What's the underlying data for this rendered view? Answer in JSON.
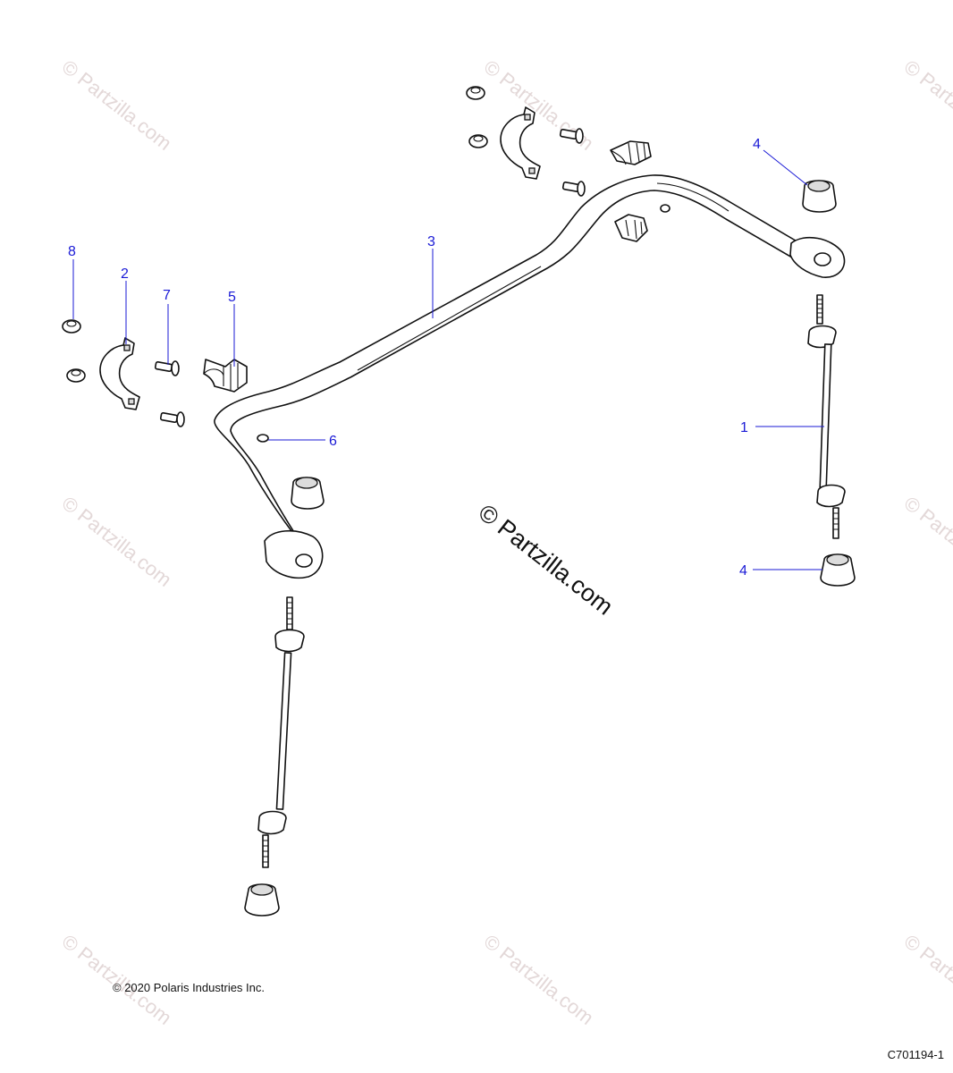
{
  "watermark": {
    "text": "© Partzilla.com",
    "color": "#e3d8d8"
  },
  "center_watermark": "© Partzilla.com",
  "copyright": "© 2020 Polaris Industries Inc.",
  "figure_id": "C701194-1",
  "callout_color": "#1a1ad6",
  "callouts": {
    "c1": "1",
    "c2": "2",
    "c3": "3",
    "c4_top": "4",
    "c4_bottom": "4",
    "c5": "5",
    "c6": "6",
    "c7": "7",
    "c8": "8"
  }
}
